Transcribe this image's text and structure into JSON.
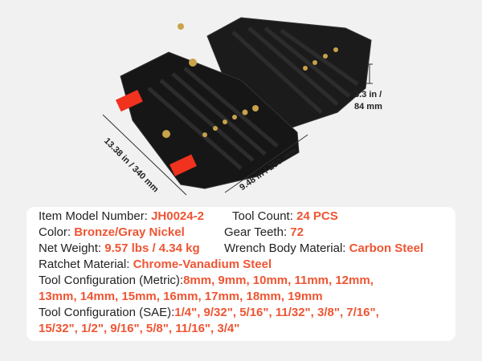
{
  "dimensions": {
    "length": "13.38 in / 340 mm",
    "width": "9.48 in / 250 mm",
    "height_line1": "3.3 in /",
    "height_line2": "84 mm"
  },
  "specs": {
    "model_label": "Item Model Number:",
    "model_value": "JH0024-2",
    "count_label": "Tool Count:",
    "count_value": "24 PCS",
    "color_label": "Color:",
    "color_value": "Bronze/Gray Nickel",
    "teeth_label": "Gear Teeth:",
    "teeth_value": "72",
    "weight_label": "Net Weight:",
    "weight_value": "9.57 lbs / 4.34 kg",
    "body_label": "Wrench Body Material:",
    "body_value": "Carbon Steel",
    "ratchet_label": "Ratchet Material:",
    "ratchet_value": "Chrome-Vanadium Steel",
    "metric_label": "Tool Configuration (Metric):",
    "metric_value_1": "8mm, 9mm, 10mm, 11mm, 12mm,",
    "metric_value_2": "13mm, 14mm, 15mm, 16mm, 17mm, 18mm, 19mm",
    "sae_label": "Tool Configuration (SAE):",
    "sae_value_1": "1/4\", 9/32\", 5/16\", 11/32\", 3/8\", 7/16\",",
    "sae_value_2": "15/32\", 1/2\", 9/16\", 5/8\", 11/16\", 3/4\""
  },
  "colors": {
    "accent": "#ee5533",
    "case": "#1c1c1c",
    "latch": "#f0321e"
  }
}
